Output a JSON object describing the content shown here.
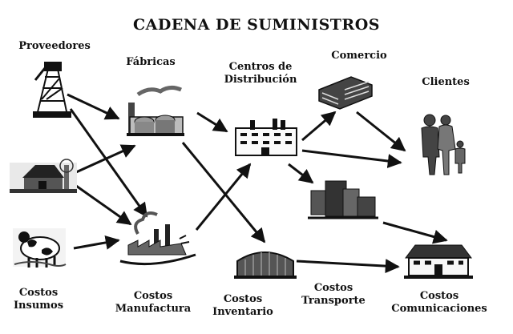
{
  "title": "CADENA DE SUMINISTROS",
  "nodes": {
    "proveedores": "Proveedores",
    "fabricas": "Fábricas",
    "centros_line1": "Centros de",
    "centros_line2": "Distribución",
    "comercio": "Comercio",
    "clientes": "Clientes"
  },
  "costs": {
    "insumos_line1": "Costos",
    "insumos_line2": "Insumos",
    "manufactura_line1": "Costos",
    "manufactura_line2": "Manufactura",
    "inventario_line1": "Costos",
    "inventario_line2": "Inventario",
    "transporte_line1": "Costos",
    "transporte_line2": "Transporte",
    "comunicaciones_line1": "Costos",
    "comunicaciones_line2": "Comunicaciones"
  },
  "icons": [
    "oil-derrick-icon",
    "barn-farm-icon",
    "cow-field-icon",
    "factory-tanks-icon",
    "factory-smoke-icon",
    "distribution-building-icon",
    "warehouse-icon",
    "office-building-icon",
    "city-buildings-icon",
    "house-icon",
    "family-icon"
  ]
}
